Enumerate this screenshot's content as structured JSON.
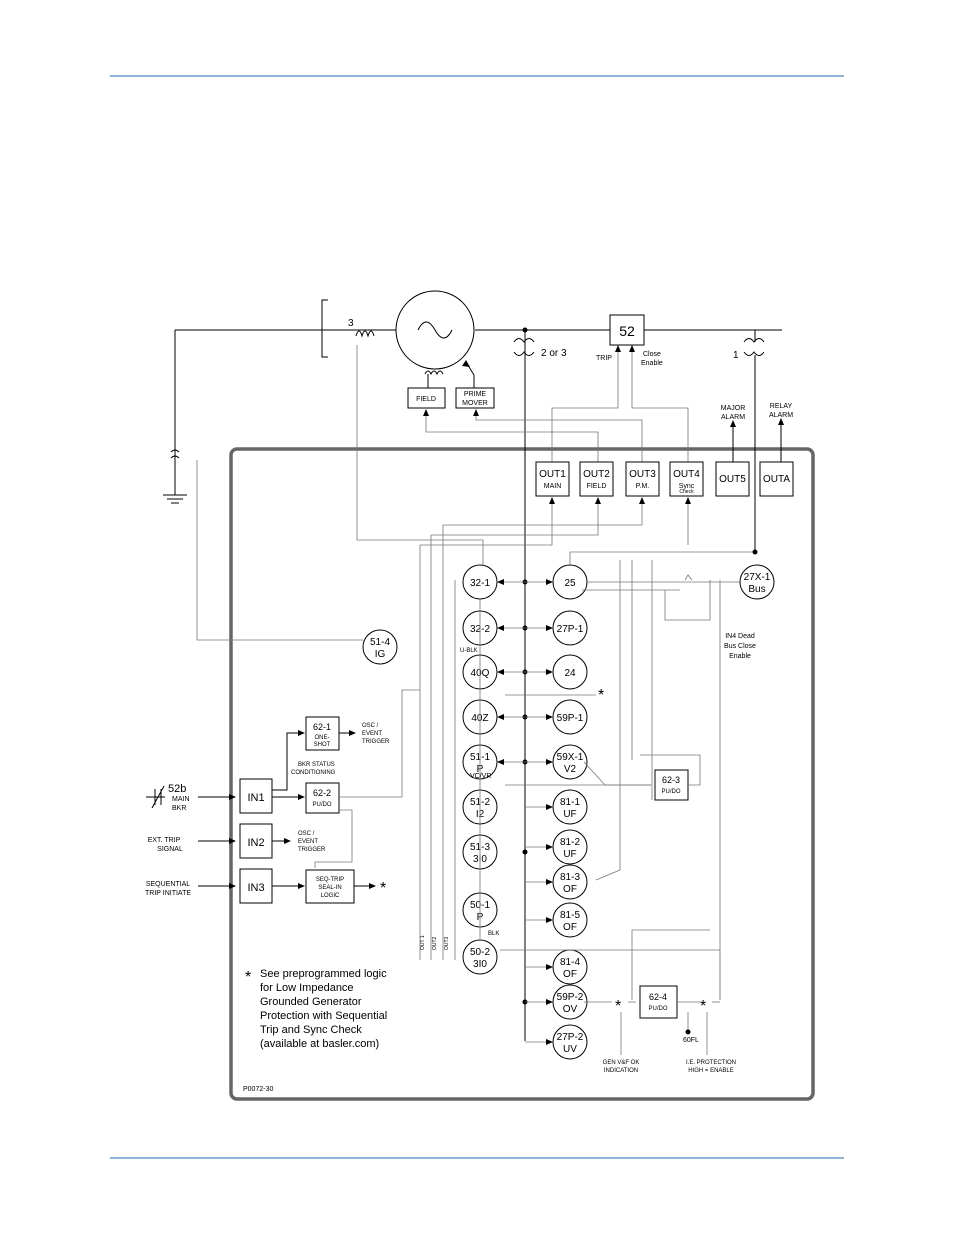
{
  "diagram": {
    "power": {
      "ct_count_left": "3",
      "vt_label": "2 or 3",
      "bus_vt_count": "1",
      "breaker": "52",
      "trip": "TRIP",
      "close_enable": [
        "Close",
        "Enable"
      ],
      "field": "FIELD",
      "prime_mover": [
        "PRIME",
        "MOVER"
      ],
      "major_alarm": [
        "MAJOR",
        "ALARM"
      ],
      "relay_alarm": [
        "RELAY",
        "ALARM"
      ]
    },
    "outputs": [
      {
        "name": "OUT1",
        "sub": "MAIN"
      },
      {
        "name": "OUT2",
        "sub": "FIELD"
      },
      {
        "name": "OUT3",
        "sub": "P.M."
      },
      {
        "name": "OUT4",
        "sub": "Sync",
        "sub2": "Check"
      },
      {
        "name": "OUT5",
        "sub": ""
      },
      {
        "name": "OUTA",
        "sub": ""
      }
    ],
    "left_col": [
      {
        "l1": "32-1",
        "l2": ""
      },
      {
        "l1": "32-2",
        "l2": ""
      },
      {
        "l1": "40Q",
        "l2": ""
      },
      {
        "l1": "40Z",
        "l2": ""
      },
      {
        "l1": "51-1",
        "l2": "P"
      },
      {
        "l1": "51-2",
        "l2": "I2"
      },
      {
        "l1": "51-3",
        "l2": "3I0"
      },
      {
        "l1": "50-1",
        "l2": "P"
      },
      {
        "l1": "50-2",
        "l2": "3I0"
      }
    ],
    "right_col": [
      {
        "l1": "25",
        "l2": ""
      },
      {
        "l1": "27P-1",
        "l2": ""
      },
      {
        "l1": "24",
        "l2": ""
      },
      {
        "l1": "59P-1",
        "l2": ""
      },
      {
        "l1": "59X-1",
        "l2": "V2"
      },
      {
        "l1": "81-1",
        "l2": "UF"
      },
      {
        "l1": "81-2",
        "l2": "UF"
      },
      {
        "l1": "81-3",
        "l2": "OF"
      },
      {
        "l1": "81-5",
        "l2": "OF"
      },
      {
        "l1": "81-4",
        "l2": "OF"
      },
      {
        "l1": "59P-2",
        "l2": "OV"
      },
      {
        "l1": "27P-2",
        "l2": "UV"
      }
    ],
    "relay_27x1": {
      "l1": "27X-1",
      "l2": "Bus"
    },
    "relay_514": {
      "l1": "51-4",
      "l2": "IG"
    },
    "labels": {
      "u_blk": "U-BLK",
      "vc_vr": "VC/VR",
      "blk": "BLK",
      "in4": [
        "IN4 Dead",
        "Bus Close",
        "Enable"
      ],
      "out_small": [
        "OUT 1",
        "OUT2",
        "OUT3"
      ]
    },
    "logic": {
      "b621": {
        "l1": "62-1",
        "l2": "ONE-",
        "l3": "SHOT"
      },
      "b622": {
        "l1": "62-2",
        "l2": "PU/DO"
      },
      "b623": {
        "l1": "62-3",
        "l2": "PU/DO"
      },
      "b624": {
        "l1": "62-4",
        "l2": "PU/DO"
      },
      "seq": [
        "SEQ-TRIP",
        "SEAL-IN",
        "LOGIC"
      ],
      "osc1": [
        "OSC /",
        "EVENT",
        "TRIGGER"
      ],
      "osc2": [
        "OSC /",
        "EVENT",
        "TRIGGER"
      ],
      "bkr_status": [
        "BKR STATUS",
        "CONDITIONING"
      ]
    },
    "inputs": [
      {
        "name": "IN1",
        "signal": [
          "MAIN",
          "BKR"
        ],
        "signal_head": "52b"
      },
      {
        "name": "IN2",
        "signal": [
          "EXT. TRIP",
          "SIGNAL"
        ],
        "signal_head": ""
      },
      {
        "name": "IN3",
        "signal": [
          "SEQUENTIAL",
          "TRIP INITIATE"
        ],
        "signal_head": ""
      }
    ],
    "star": "*",
    "note": [
      "See preprogrammed logic",
      "for Low Impedance",
      "Grounded Generator",
      "Protection with Sequential",
      "Trip and Sync Check",
      "(available at basler.com)"
    ],
    "gen_vf": [
      "GEN V&F OK",
      "INDICATION"
    ],
    "ie_prot": [
      "I.E. PROTECTION",
      "HIGH = ENABLE"
    ],
    "fl60": "60FL",
    "figure_id": "P0072-30"
  }
}
